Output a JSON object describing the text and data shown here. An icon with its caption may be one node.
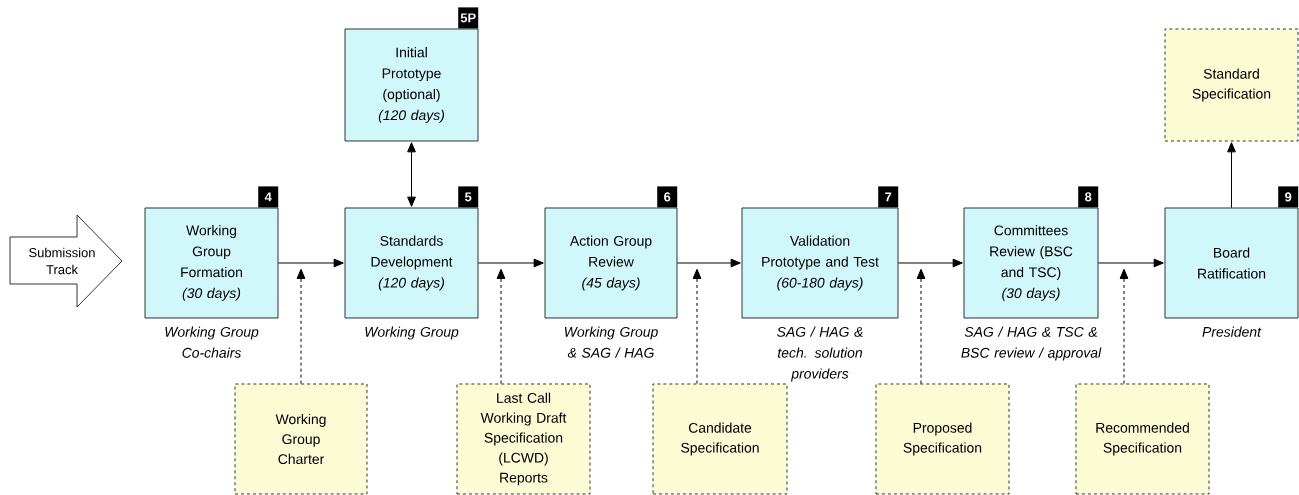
{
  "diagram": {
    "nodes": [
      {
        "text": [
          "Submission Track"
        ]
      },
      {
        "text": [
          "Working Group Formation",
          "(30 days)"
        ],
        "beside": [
          "4",
          "Working Group Co-chairs"
        ]
      },
      {
        "text": [
          "Initial Prototype (optional)",
          "(120 days)"
        ],
        "beside": [
          "5P"
        ]
      },
      {
        "text": [
          "Standards Development",
          "(120 days)"
        ],
        "beside": [
          "5",
          "Working Group"
        ]
      },
      {
        "text": [
          "Action Group Review",
          "(45 days)"
        ],
        "beside": [
          "6",
          "Working Group & SAG / HAG"
        ]
      },
      {
        "text": [
          "Validation Prototype and Test",
          "(60-180 days)"
        ],
        "beside": [
          "7",
          "SAG / HAG & tech. solution providers"
        ]
      },
      {
        "text": [
          "Committees Review (BSC and TSC)",
          "(30 days)"
        ],
        "beside": [
          "8",
          "SAG / HAG & TSC & BSC review / approval"
        ]
      },
      {
        "text": [
          "Board Ratification"
        ],
        "beside": [
          "9",
          "President"
        ]
      },
      {
        "text": [
          "Standard Specification"
        ]
      },
      {
        "text": [
          "Working Group Charter"
        ]
      },
      {
        "text": [
          "Last Call Working Draft Specification (LCWD) Reports"
        ]
      },
      {
        "text": [
          "Candidate Specification"
        ]
      },
      {
        "text": [
          "Proposed Specification"
        ]
      },
      {
        "text": [
          "Recommended Specification"
        ]
      }
    ],
    "edges": [
      {
        "from": 1,
        "to": 3,
        "arrow": "to"
      },
      {
        "from": 3,
        "to": 2,
        "arrow": "both"
      },
      {
        "from": 3,
        "to": 4,
        "arrow": "to"
      },
      {
        "from": 4,
        "to": 5,
        "arrow": "to"
      },
      {
        "from": 5,
        "to": 6,
        "arrow": "to"
      },
      {
        "from": 6,
        "to": 7,
        "arrow": "to"
      },
      {
        "from": 7,
        "to": 8,
        "arrow": "to"
      },
      {
        "from": 9,
        "to": null,
        "arrow": "to",
        "style": "dashed"
      },
      {
        "from": 10,
        "to": null,
        "arrow": "to",
        "style": "dashed"
      },
      {
        "from": 11,
        "to": null,
        "arrow": "to",
        "style": "dashed"
      },
      {
        "from": 12,
        "to": null,
        "arrow": "to",
        "style": "dashed"
      },
      {
        "from": 13,
        "to": null,
        "arrow": "to",
        "style": "dashed"
      }
    ]
  }
}
